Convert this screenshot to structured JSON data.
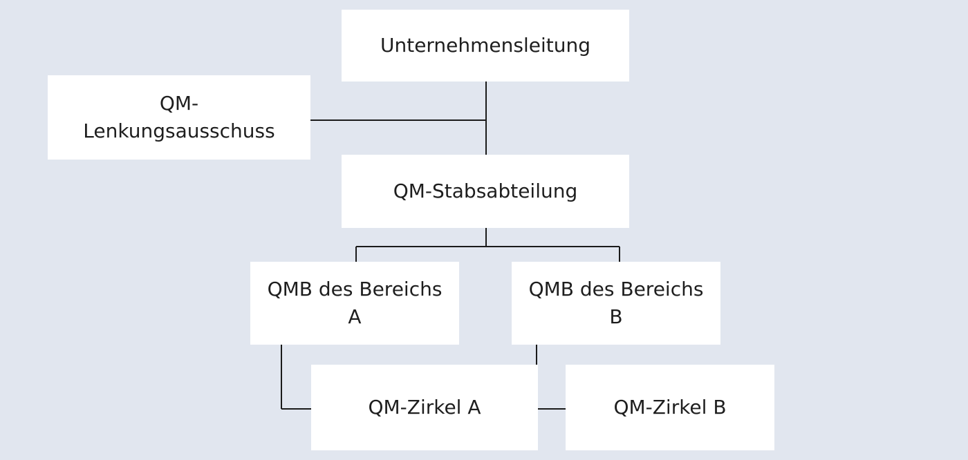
{
  "org_chart": {
    "top": "Unternehmensleitung",
    "committee": "QM-Lenkungsausschuss",
    "staff_department": "QM-Stabsabteilung",
    "qmb_a": "QMB des Bereichs A",
    "qmb_b": "QMB des Bereichs B",
    "circle_a": "QM-Zirkel A",
    "circle_b": "QM-Zirkel B"
  },
  "colors": {
    "background": "#e1e6ef",
    "box": "#ffffff",
    "line": "#1a1a1a",
    "text": "#1e1e1e"
  }
}
